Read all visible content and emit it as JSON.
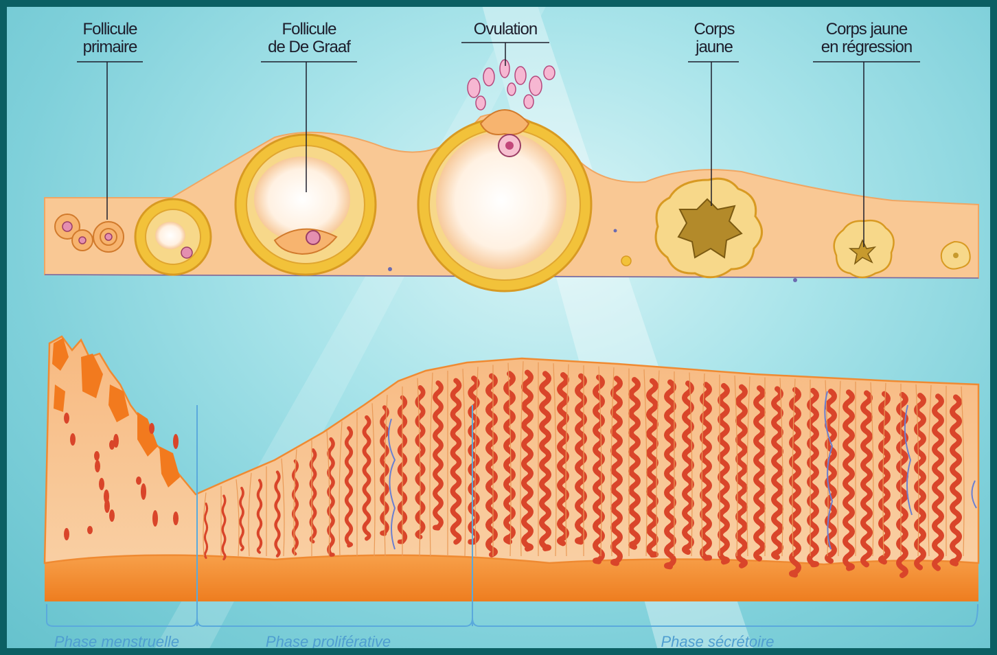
{
  "labels": {
    "follicule_primaire": [
      "Follicule",
      "primaire"
    ],
    "follicule_de_graaf": [
      "Follicule",
      "de De Graaf"
    ],
    "ovulation": [
      "Ovulation"
    ],
    "corps_jaune": [
      "Corps",
      "jaune"
    ],
    "corps_jaune_regression": [
      "Corps jaune",
      "en régression"
    ]
  },
  "phases": {
    "menstruelle": "Phase menstruelle",
    "proliferative": "Phase proliférative",
    "secretoire": "Phase sécrétoire"
  },
  "colors": {
    "background": "#8fd6de",
    "frame": "#0b5f63",
    "tissue": "#f7c99a",
    "tissue_dark": "#f08a2c",
    "follicle_ring": "#f2c23a",
    "gland": "#d9452a",
    "phase_text": "#4f9ed0"
  }
}
